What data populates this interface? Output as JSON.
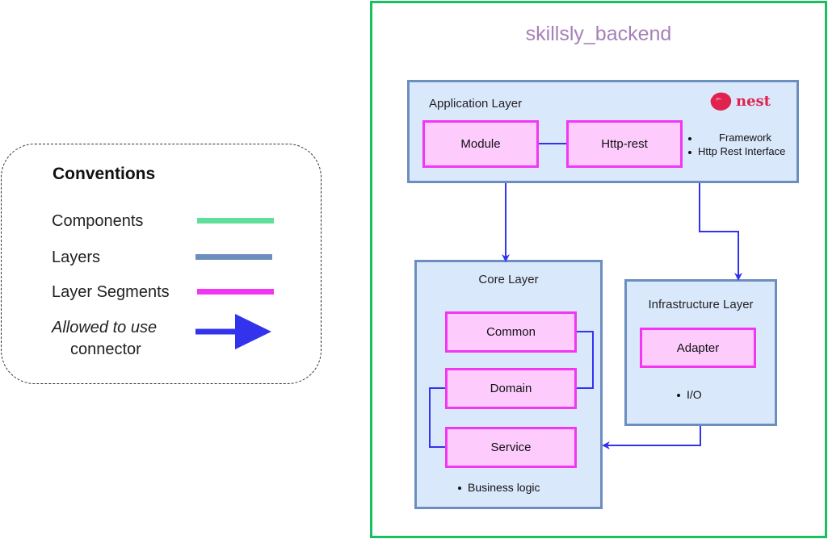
{
  "legend": {
    "title": "Conventions",
    "items": [
      {
        "label": "Components",
        "color": "#5fdf9b"
      },
      {
        "label": "Layers",
        "color": "#6c8ebf"
      },
      {
        "label": "Layer Segments",
        "color": "#f236f2"
      }
    ],
    "connector": {
      "label_italic": "Allowed to use",
      "label": "connector",
      "color": "#3333ee"
    }
  },
  "diagram": {
    "title": "skillsly_backend",
    "colors": {
      "container": "#19c05f",
      "layer_border": "#6c8ebf",
      "layer_fill": "#dae8fc",
      "segment_border": "#f236f2",
      "segment_fill": "#fdccfd",
      "connector": "#3333ee"
    },
    "application_layer": {
      "title": "Application Layer",
      "logo_text": "nest",
      "segments": [
        "Module",
        "Http-rest"
      ],
      "notes": [
        "Framework",
        "Http Rest Interface"
      ]
    },
    "core_layer": {
      "title": "Core Layer",
      "segments": [
        "Common",
        "Domain",
        "Service"
      ],
      "notes": [
        "Business logic"
      ]
    },
    "infrastructure_layer": {
      "title": "Infrastructure Layer",
      "segments": [
        "Adapter"
      ],
      "notes": [
        "I/O"
      ]
    }
  }
}
